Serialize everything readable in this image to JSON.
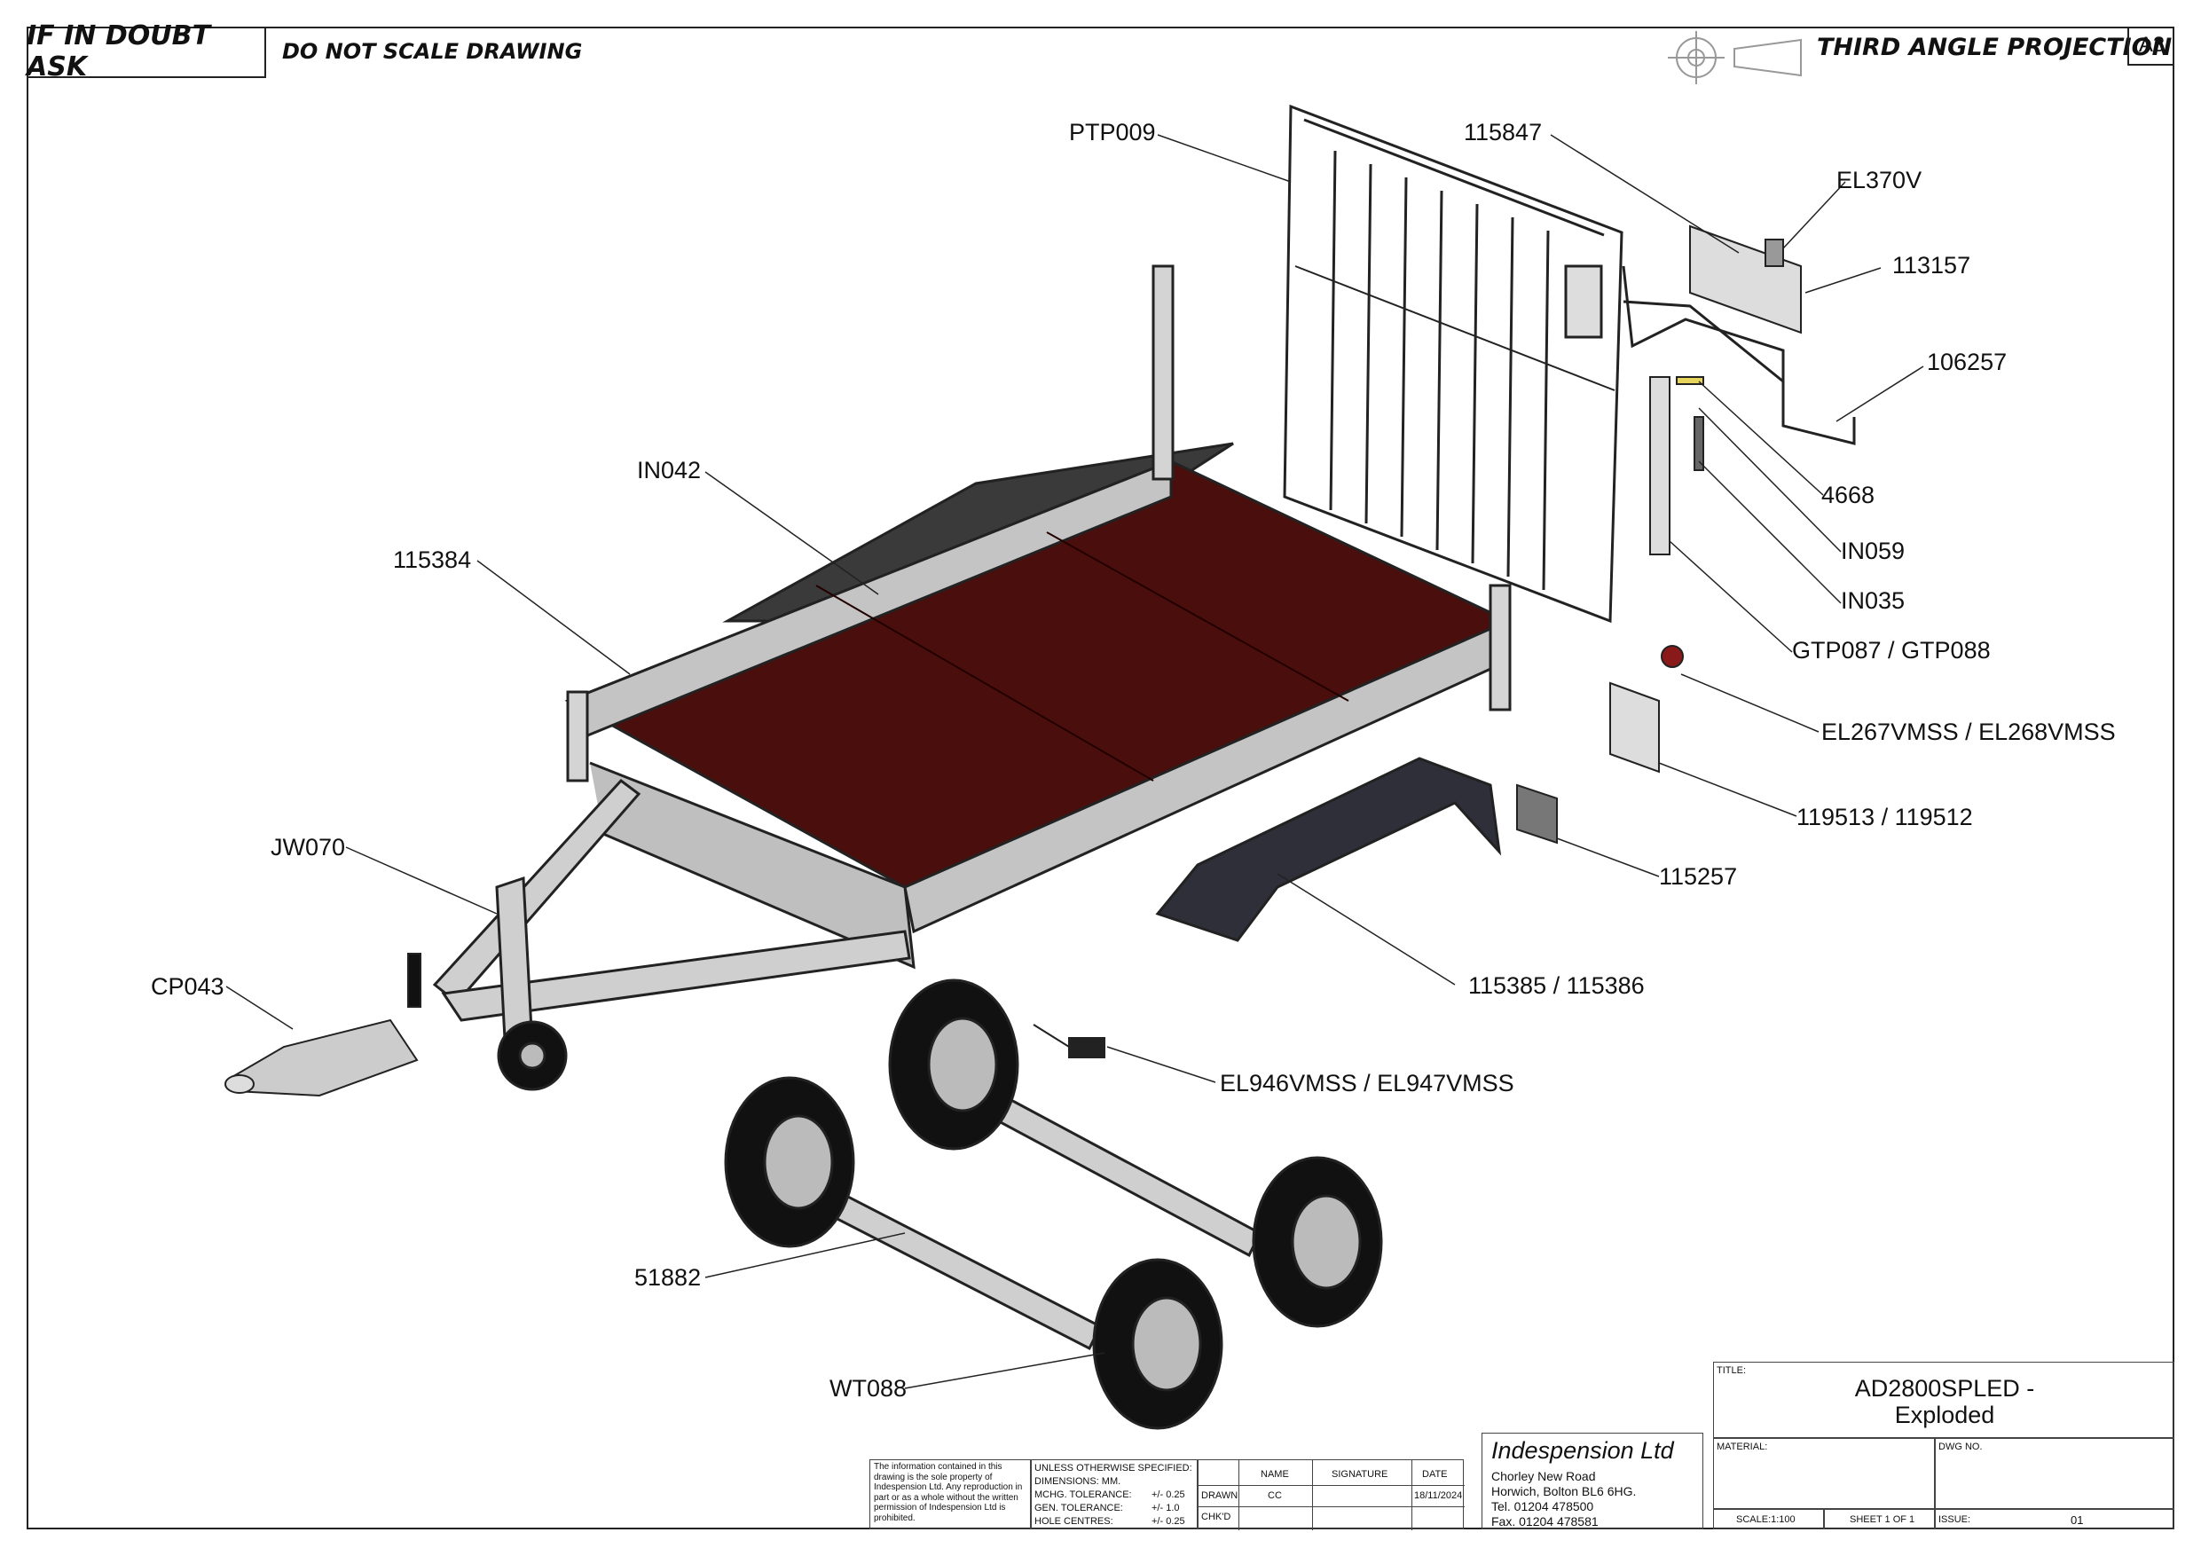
{
  "header": {
    "if_in_doubt": "IF IN DOUBT ASK",
    "do_not_scale": "DO NOT SCALE DRAWING",
    "projection": "THIRD ANGLE PROJECTION",
    "sheet_size": "A3"
  },
  "callouts": {
    "ptp009": "PTP009",
    "c115847": "115847",
    "el370v": "EL370V",
    "c113157": "113157",
    "c106257": "106257",
    "c4668": "4668",
    "in059": "IN059",
    "in035": "IN035",
    "gtp": "GTP087 / GTP088",
    "el267": "EL267VMSS / EL268VMSS",
    "c119513": "119513 / 119512",
    "c115257": "115257",
    "c115385": "115385 / 115386",
    "in042": "IN042",
    "c115384": "115384",
    "jw070": "JW070",
    "cp043": "CP043",
    "el946": "EL946VMSS / EL947VMSS",
    "c51882": "51882",
    "wt088": "WT088"
  },
  "title_block": {
    "disclaimer": "The information contained in this drawing is the sole property of Indespension Ltd. Any reproduction in part or as a whole without the written permission of Indespension Ltd is prohibited.",
    "unless": "UNLESS OTHERWISE SPECIFIED:",
    "dimensions": "DIMENSIONS:  MM.",
    "mchg_tol": "MCHG. TOLERANCE:",
    "mchg_val": "+/- 0.25",
    "gen_tol": "GEN. TOLERANCE:",
    "gen_val": "+/- 1.0",
    "hole": "HOLE CENTRES:",
    "hole_val": "+/- 0.25",
    "name_hdr": "NAME",
    "signature_hdr": "SIGNATURE",
    "date_hdr": "DATE",
    "drawn": "DRAWN",
    "drawn_name": "CC",
    "drawn_date": "18/11/2024",
    "chkd": "CHK'D",
    "company": "Indespension Ltd",
    "address1": "Chorley New Road",
    "address2": "Horwich, Bolton BL6 6HG.",
    "tel": "Tel. 01204 478500",
    "fax": "Fax. 01204 478581",
    "title_lbl": "TITLE:",
    "title_line1": "AD2800SPLED -",
    "title_line2": "Exploded",
    "material_lbl": "MATERIAL:",
    "dwg_no_lbl": "DWG NO.",
    "scale": "SCALE:1:100",
    "sheet": "SHEET 1 OF 1",
    "issue_lbl": "ISSUE:",
    "issue_val": "01"
  },
  "colors": {
    "deck": "#4a0f0c",
    "galv": "#bdbdbd",
    "tyre": "#111111",
    "mudguard": "#2f2f3a"
  }
}
